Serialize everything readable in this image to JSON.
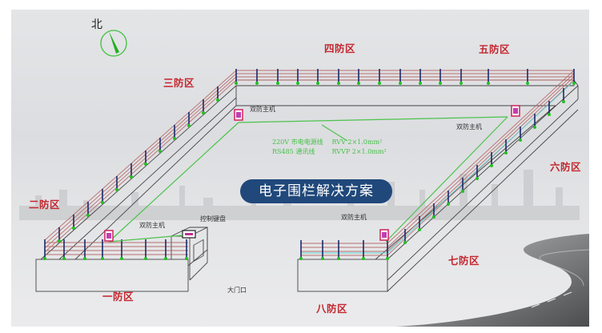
{
  "diagram": {
    "title": "电子围栏解决方案",
    "compass": {
      "label": "北",
      "icon": "north-compass-icon"
    },
    "zones": [
      {
        "id": 1,
        "label": "一防区"
      },
      {
        "id": 2,
        "label": "二防区"
      },
      {
        "id": 3,
        "label": "三防区"
      },
      {
        "id": 4,
        "label": "四防区"
      },
      {
        "id": 5,
        "label": "五防区"
      },
      {
        "id": 6,
        "label": "六防区"
      },
      {
        "id": 7,
        "label": "七防区"
      },
      {
        "id": 8,
        "label": "八防区"
      }
    ],
    "hosts": [
      {
        "label": "双防主机",
        "position": "top-left"
      },
      {
        "label": "双防主机",
        "position": "top-right"
      },
      {
        "label": "双防主机",
        "position": "bottom-left"
      },
      {
        "label": "双防主机",
        "position": "bottom-right"
      }
    ],
    "keyboard": {
      "label": "控制键盘"
    },
    "gate": {
      "label": "大门口"
    },
    "cables": [
      {
        "name": "220V 市电电源线",
        "spec": "RVV 2×1.0mm²"
      },
      {
        "name": "RS485 通讯线",
        "spec": "RVVP 2×1.0mm²"
      }
    ],
    "colors": {
      "zone_label": "#c4262e",
      "fence_wire": "#b06060",
      "post": "#1a2a6a",
      "insulator": "#22c022",
      "cable": "#4cc24c",
      "title_bg": "#20487a",
      "host_border": "#d0205a"
    }
  }
}
